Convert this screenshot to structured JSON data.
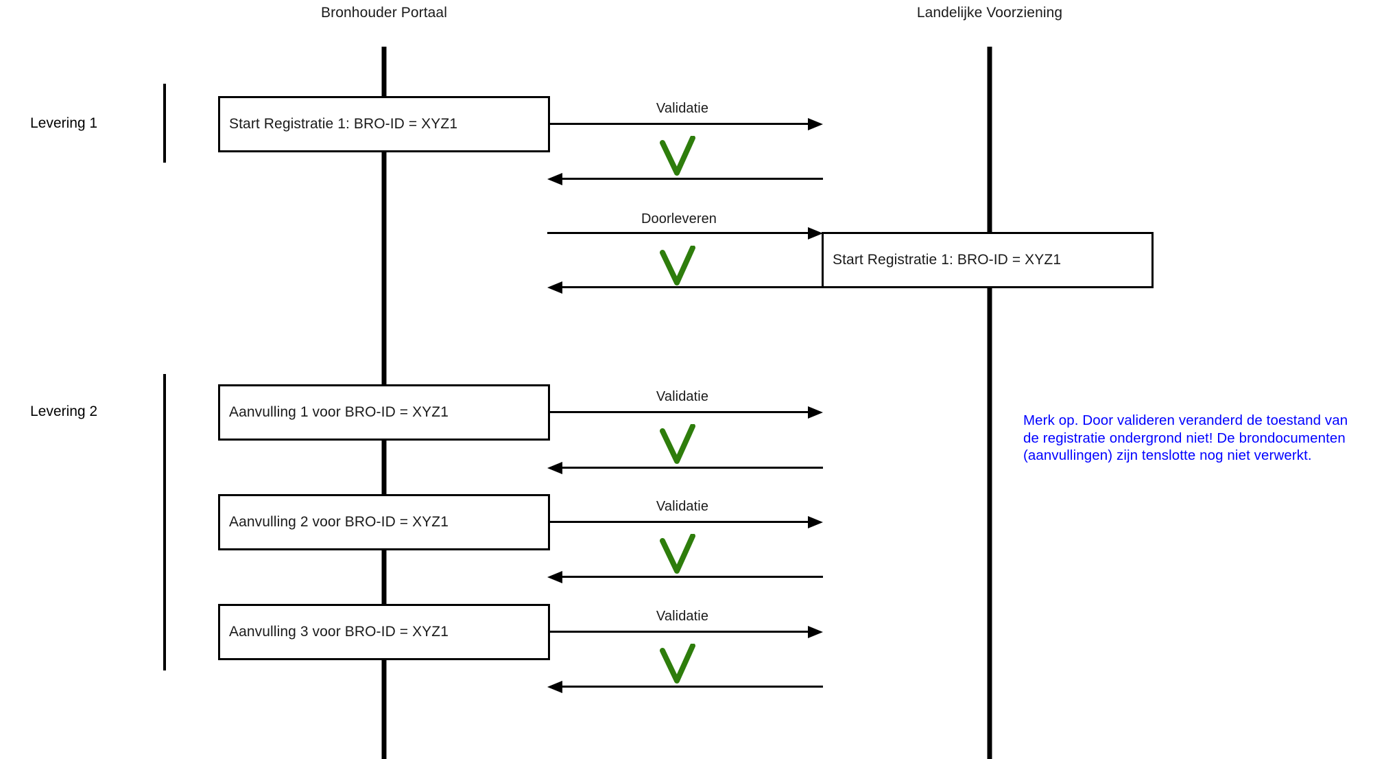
{
  "diagram": {
    "title_hidden": "",
    "colors": {
      "line": "#000000",
      "check": "#2E7D0C",
      "note": "#0000FF",
      "background": "#FFFFFF"
    },
    "lifelines": [
      {
        "id": "bronhouder",
        "label": "Bronhouder Portaal"
      },
      {
        "id": "landelijke",
        "label": "Landelijke Voorziening"
      }
    ],
    "groups": [
      {
        "id": "levering-1",
        "label": "Levering 1"
      },
      {
        "id": "levering-2",
        "label": "Levering 2"
      }
    ],
    "boxes": [
      {
        "id": "box-start-registratie-left",
        "label": "Start Registratie 1: BRO-ID = XYZ1"
      },
      {
        "id": "box-start-registratie-right",
        "label": "Start Registratie 1: BRO-ID = XYZ1"
      },
      {
        "id": "box-aanvulling-1",
        "label": "Aanvulling 1 voor BRO-ID = XYZ1"
      },
      {
        "id": "box-aanvulling-2",
        "label": "Aanvulling 2 voor BRO-ID = XYZ1"
      },
      {
        "id": "box-aanvulling-3",
        "label": "Aanvulling 3 voor BRO-ID = XYZ1"
      }
    ],
    "messages": [
      {
        "id": "msg-validatie-1",
        "label": "Validatie",
        "direction": "right"
      },
      {
        "id": "msg-return-1",
        "label": "",
        "direction": "left"
      },
      {
        "id": "msg-doorleveren",
        "label": "Doorleveren",
        "direction": "right"
      },
      {
        "id": "msg-return-2",
        "label": "",
        "direction": "left"
      },
      {
        "id": "msg-validatie-2",
        "label": "Validatie",
        "direction": "right"
      },
      {
        "id": "msg-return-3",
        "label": "",
        "direction": "left"
      },
      {
        "id": "msg-validatie-3",
        "label": "Validatie",
        "direction": "right"
      },
      {
        "id": "msg-return-4",
        "label": "",
        "direction": "left"
      },
      {
        "id": "msg-validatie-4",
        "label": "Validatie",
        "direction": "right"
      },
      {
        "id": "msg-return-5",
        "label": "",
        "direction": "left"
      }
    ],
    "checks": [
      {
        "id": "check-1",
        "icon": "check-icon"
      },
      {
        "id": "check-2",
        "icon": "check-icon"
      },
      {
        "id": "check-3",
        "icon": "check-icon"
      },
      {
        "id": "check-4",
        "icon": "check-icon"
      },
      {
        "id": "check-5",
        "icon": "check-icon"
      }
    ],
    "note": {
      "id": "note-validatie",
      "text": "Merk  op. Door valideren veranderd de toestand van de registratie ondergrond niet! De brondocumenten (aanvullingen) zijn tenslotte nog niet verwerkt."
    }
  }
}
